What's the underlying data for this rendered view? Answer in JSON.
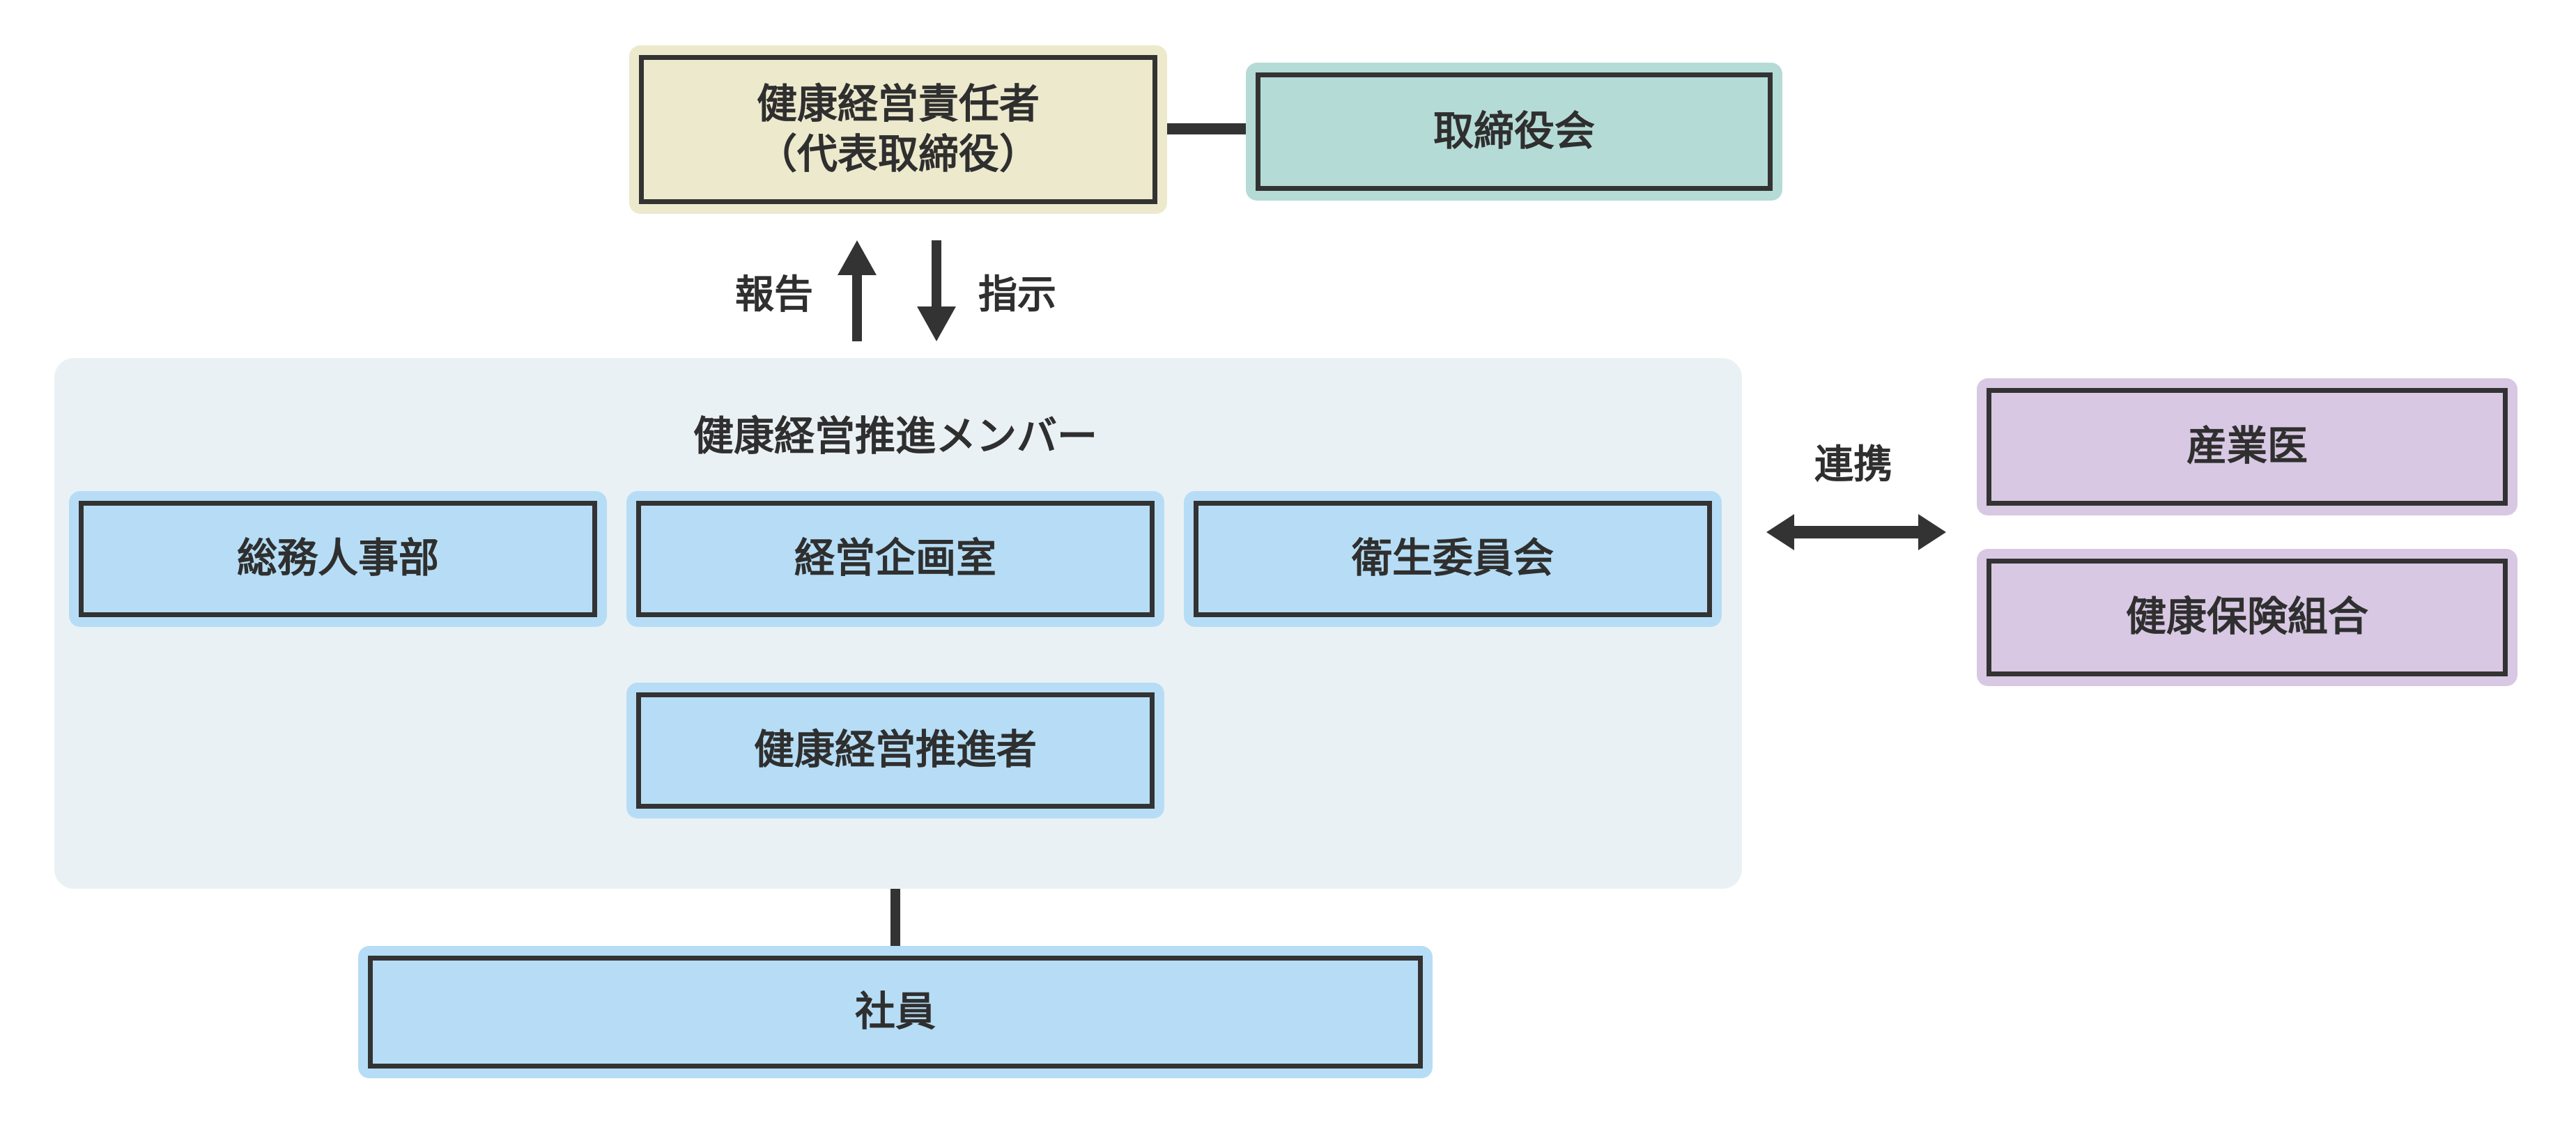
{
  "boxes": {
    "responsible_line1": "健康経営責任者",
    "responsible_line2": "（代表取締役）",
    "board": "取締役会",
    "group_title": "健康経営推進メンバー",
    "members": [
      "総務人事部",
      "経営企画室",
      "衛生委員会"
    ],
    "promoter": "健康経営推進者",
    "employees": "社員",
    "external": [
      "産業医",
      "健康保険組合"
    ]
  },
  "labels": {
    "report": "報告",
    "instruct": "指示",
    "collaborate": "連携"
  },
  "colors": {
    "background": "#FFFFFF",
    "responsible_fill": "#EDE9CC",
    "board_fill": "#B5DBD6",
    "member_fill": "#B6DDF5",
    "external_fill": "#D8C8E3",
    "group_fill": "#EAF1F5",
    "border": "#333333",
    "text": "#2F2F2F"
  }
}
